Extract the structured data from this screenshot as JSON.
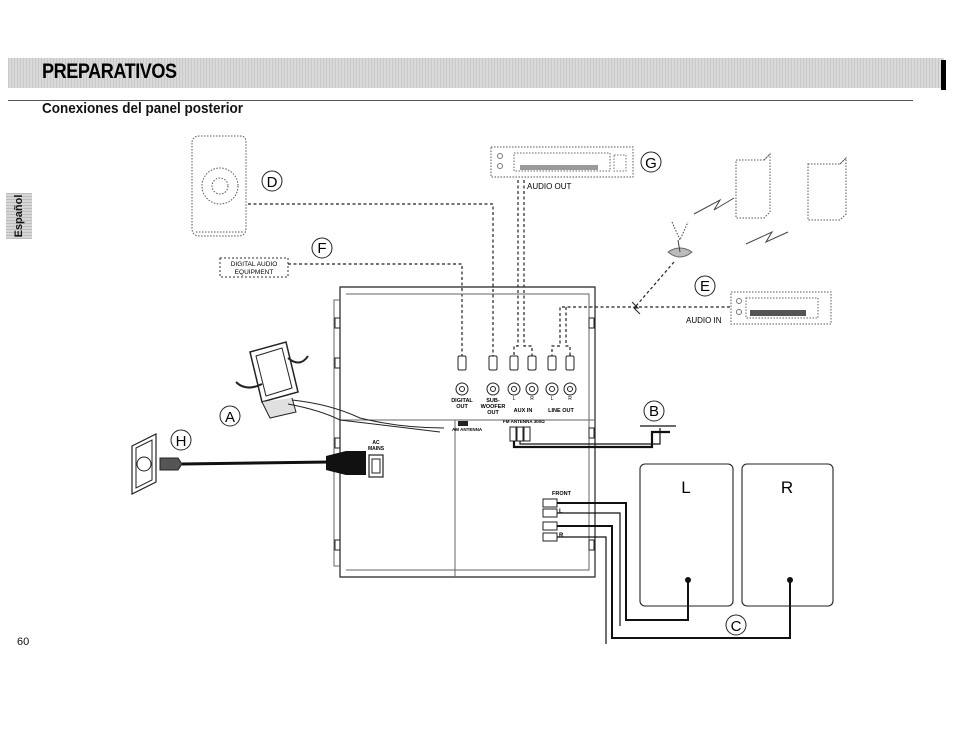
{
  "header": {
    "title": "PREPARATIVOS",
    "subtitle": "Conexiones del panel posterior"
  },
  "side_tab": {
    "label": "Español"
  },
  "page_number": "60",
  "callouts": {
    "A": "A",
    "B": "B",
    "C": "C",
    "D": "D",
    "E": "E",
    "F": "F",
    "G": "G",
    "H": "H"
  },
  "equipment": {
    "digital_audio_line1": "DIGITAL AUDIO",
    "digital_audio_line2": "EQUIPMENT",
    "audio_out": "AUDIO OUT",
    "audio_in": "AUDIO IN"
  },
  "panel_labels": {
    "digital_out_1": "DIGITAL",
    "digital_out_2": "OUT",
    "sub_woofer_1": "SUB-",
    "sub_woofer_2": "WOOFER",
    "sub_woofer_3": "OUT",
    "aux_in": "AUX IN",
    "line_out": "LINE OUT",
    "am_antenna": "AM ANTENNA",
    "fm_antenna": "FM ANTENNA 300Ω",
    "ac_1": "AC",
    "ac_2": "MAINS",
    "front": "FRONT",
    "front_l": "L",
    "front_r": "R",
    "ch_l": "L",
    "ch_r": "R"
  },
  "speakers": {
    "left": "L",
    "right": "R"
  }
}
